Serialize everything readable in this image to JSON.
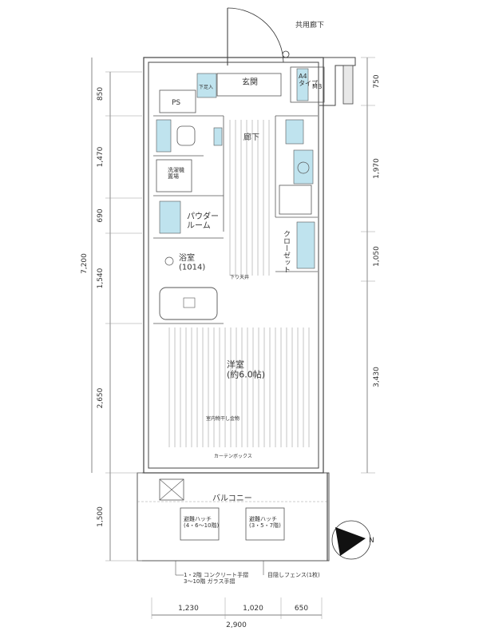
{
  "header": {
    "corridor": "共用廊下"
  },
  "rooms": {
    "entrance": "玄関",
    "shoe_box": "下足入",
    "ps": "PS",
    "hallway": "廊下",
    "powder_room": "パウダー\nルーム",
    "bath": "浴室\n(1014)",
    "washer": "洗濯機\n置場",
    "living": "洋室\n(約6.0帖)",
    "closet": "クローゼット",
    "balcony": "バルコニー",
    "a4_type": "A4\nタイプ",
    "mb": "MB"
  },
  "fixture_labels": {
    "ceiling_low": "下り天井",
    "curtain_rail": "カーテンボックス",
    "handrail": "室内物干し金物",
    "evac_hatch_left": "避難ハッチ\n(4・6〜10階)",
    "evac_hatch_right": "避難ハッチ\n(3・5・7階)"
  },
  "left_dims": [
    "850",
    "1,470",
    "690",
    "1,540",
    "2,650",
    "1,500"
  ],
  "left_total": "7,200",
  "right_dims": [
    "750",
    "1,970",
    "1,050",
    "3,430"
  ],
  "bottom_dims": [
    "1,230",
    "1,020",
    "650"
  ],
  "bottom_total": "2,900",
  "legend": {
    "railing_left": "1・2階  コンクリート手摺\n3〜10階  ガラス手摺",
    "railing_right": "目隠しフェンス(1枚)"
  },
  "compass": {
    "label": "N"
  },
  "colors": {
    "fixture": "#bfe3ee",
    "wall": "#444444",
    "dim": "#555555"
  }
}
